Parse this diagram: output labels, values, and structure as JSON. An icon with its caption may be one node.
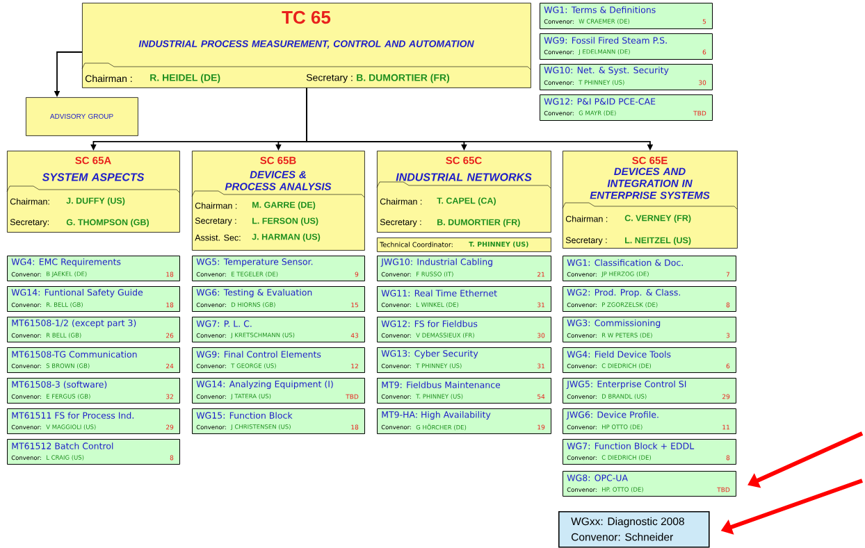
{
  "diagram": {
    "nodes": [
      {
        "text": [
          "TC 65",
          "INDUSTRIAL PROCESS MEASUREMENT, CONTROL AND AUTOMATION",
          "Chairman :",
          "R. HEIDEL (DE)",
          "Secretary :",
          "B. DUMORTIER (FR)"
        ]
      },
      {
        "text": [
          "ADVISORY GROUP"
        ]
      },
      {
        "text": [
          "SC 65A",
          "SYSTEM ASPECTS",
          "Chairman:",
          "J. DUFFY (US)",
          "Secretary:",
          "G. THOMPSON (GB)"
        ]
      },
      {
        "text": [
          "SC 65B",
          "DEVICES & PROCESS ANALYSIS",
          "Chairman :",
          "M. GARRE (DE)",
          "Secretary :",
          "L. FERSON (US)",
          "Assist. Sec:",
          "J. HARMAN (US)"
        ]
      },
      {
        "text": [
          "SC 65C",
          "INDUSTRIAL NETWORKS",
          "Chairman :",
          "T. CAPEL (CA)",
          "Secretary :",
          "B. DUMORTIER (FR)"
        ]
      },
      {
        "text": [
          "Technical Coordinator:",
          "T. PHINNEY (US)"
        ]
      },
      {
        "text": [
          "SC 65E",
          "DEVICES AND INTEGRATION IN ENTERPRISE SYSTEMS",
          "Chairman :",
          "C. VERNEY (FR)",
          "Secretary :",
          "L. NEITZEL (US)"
        ]
      },
      {
        "text": [
          "WG1: Terms & Definitions",
          "Convenor:",
          "W CRAEMER (DE)",
          "5"
        ]
      },
      {
        "text": [
          "WG9: Fossil Fired Steam P.S.",
          "Convenor:",
          "J EDELMANN (DE)",
          "6"
        ]
      },
      {
        "text": [
          "WG10: Net. & Syst. Security",
          "Convenor:",
          "T PHINNEY (US)",
          "30"
        ]
      },
      {
        "text": [
          "WG12: P&I P&ID PCE-CAE",
          "Convenor:",
          "G MAYR (DE)",
          "TBD"
        ]
      },
      {
        "text": [
          "WG4: EMC Requirements",
          "Convenor:",
          "B JAEKEL (DE)",
          "18"
        ]
      },
      {
        "text": [
          "WG14: Funtional Safety Guide",
          "Convenor:",
          "R. BELL (GB)",
          "18"
        ]
      },
      {
        "text": [
          "MT61508-1/2 (except part 3)",
          "Convenor:",
          "R BELL (GB)",
          "26"
        ]
      },
      {
        "text": [
          "MT61508-TG Communication",
          "Convenor:",
          "S BROWN (GB)",
          "24"
        ]
      },
      {
        "text": [
          "MT61508-3 (software)",
          "Convenor:",
          "E FERGUS (GB)",
          "32"
        ]
      },
      {
        "text": [
          "MT61511 FS for Process Ind.",
          "Convenor:",
          "V MAGGIOLI (US)",
          "29"
        ]
      },
      {
        "text": [
          "MT61512 Batch Control",
          "Convenor:",
          "L CRAIG (US)",
          "8"
        ]
      },
      {
        "text": [
          "WG5: Temperature Sensor.",
          "Convenor:",
          "E TEGELER (DE)",
          "9"
        ]
      },
      {
        "text": [
          "WG6: Testing & Evaluation",
          "Convenor:",
          "D HIORNS (GB)",
          "15"
        ]
      },
      {
        "text": [
          "WG7: P. L. C.",
          "Convenor:",
          "J KRETSCHMANN (US)",
          "43"
        ]
      },
      {
        "text": [
          "WG9: Final Control Elements",
          "Convenor:",
          "T GEORGE (US)",
          "12"
        ]
      },
      {
        "text": [
          "WG14: Analyzing Equipment (I)",
          "Convenor:",
          "J TATERA (US)",
          "TBD"
        ]
      },
      {
        "text": [
          "WG15: Function Block",
          "Convenor:",
          "J CHRISTENSEN (US)",
          "18"
        ]
      },
      {
        "text": [
          "JWG10: Industrial Cabling",
          "Convenor:",
          "F RUSSO (IT)",
          "21"
        ]
      },
      {
        "text": [
          "WG11: Real Time Ethernet",
          "Convenor:",
          "L WINKEL (DE)",
          "31"
        ]
      },
      {
        "text": [
          "WG12: FS for Fieldbus",
          "Convenor:",
          "V DEMASSIEUX (FR)",
          "30"
        ]
      },
      {
        "text": [
          "WG13: Cyber Security",
          "Convenor:",
          "T PHINNEY (US)",
          "31"
        ]
      },
      {
        "text": [
          "MT9: Fieldbus Maintenance",
          "Convenor:",
          "T. PHINNEY (US)",
          "54"
        ]
      },
      {
        "text": [
          "MT9-HA: High Availability",
          "Convenor:",
          "G HÖRCHER (DE)",
          "19"
        ]
      },
      {
        "text": [
          "WG1: Classification & Doc.",
          "Convenor:",
          "JP HERZOG (DE)",
          "7"
        ]
      },
      {
        "text": [
          "WG2: Prod. Prop. & Class.",
          "Convenor:",
          "P ZGORZELSK (DE)",
          "8"
        ]
      },
      {
        "text": [
          "WG3: Commissioning",
          "Convenor:",
          "R W PETERS (DE)",
          "3"
        ]
      },
      {
        "text": [
          "WG4: Field Device Tools",
          "Convenor:",
          "C DIEDRICH (DE)",
          "6"
        ]
      },
      {
        "text": [
          "JWG5: Enterprise Control SI",
          "Convenor:",
          "D BRANDL (US)",
          "29"
        ]
      },
      {
        "text": [
          "JWG6: Device Profile.",
          "Convenor:",
          "HP OTTO (DE)",
          "11"
        ]
      },
      {
        "text": [
          "WG7: Function Block + EDDL",
          "Convenor:",
          "C DIEDRICH (DE)",
          "8"
        ]
      },
      {
        "text": [
          "WG8: OPC-UA",
          "Convenor:",
          "HP. OTTO (DE)",
          "TBD"
        ]
      },
      {
        "text": [
          "WGxx: Diagnostic 2008",
          "Convenor: Schneider"
        ]
      }
    ],
    "edges": [
      {
        "from": 0,
        "to": 1,
        "arrow": "to"
      },
      {
        "from": 0,
        "to": 2,
        "arrow": "to"
      },
      {
        "from": 0,
        "to": 3,
        "arrow": "to"
      },
      {
        "from": 0,
        "to": 4,
        "arrow": "to"
      },
      {
        "from": 0,
        "to": 6,
        "arrow": "to"
      },
      {
        "from": null,
        "to": 37,
        "arrow": "to",
        "style": "thick",
        "color": "#ff0000"
      },
      {
        "from": null,
        "to": 38,
        "arrow": "to",
        "style": "thick",
        "color": "#ff0000"
      }
    ]
  }
}
